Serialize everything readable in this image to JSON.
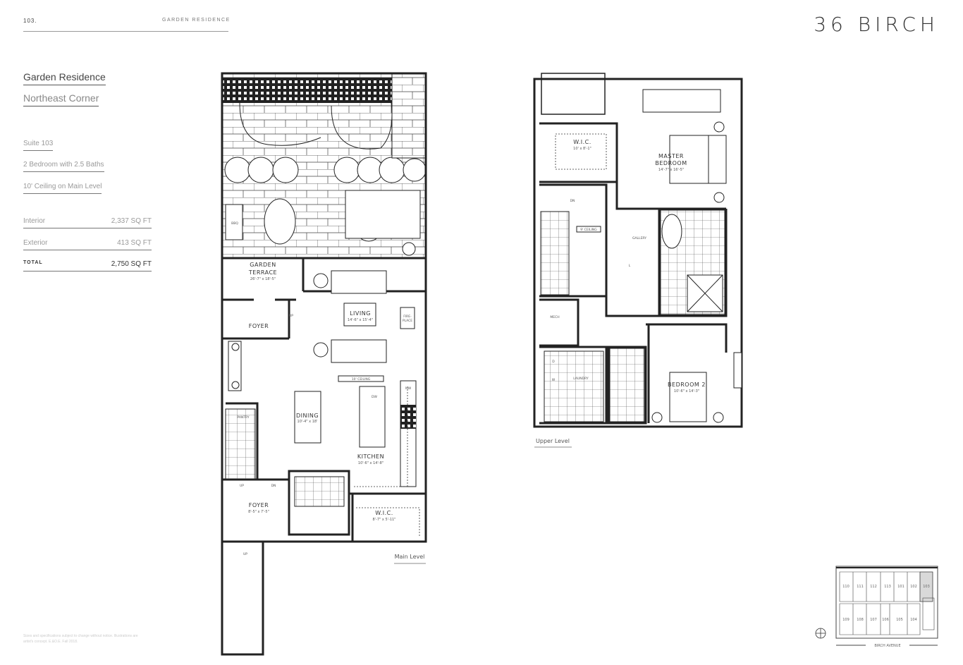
{
  "header": {
    "suite_number": "103.",
    "section": "GARDEN RESIDENCE",
    "brand": "36 BIRCH"
  },
  "title": {
    "name": "Garden Residence",
    "location": "Northeast Corner"
  },
  "specs": [
    "Suite 103",
    "2 Bedroom with 2.5 Baths",
    "10' Ceiling on Main Level"
  ],
  "areas": [
    {
      "label": "Interior",
      "value": "2,337 SQ FT"
    },
    {
      "label": "Exterior",
      "value": "413 SQ FT"
    },
    {
      "label": "TOTAL",
      "value": "2,750 SQ FT"
    }
  ],
  "disclaimer": "Sizes and specifications subject to change without notice. Illustrations are artist's concept. E.&O.E. Fall 2018.",
  "main_level": {
    "caption": "Main Level",
    "rooms": [
      {
        "name": "GARDEN",
        "name2": "TERRACE",
        "dims": "26'-7\" x 18'-5\""
      },
      {
        "name": "FOYER"
      },
      {
        "name": "LIVING",
        "dims": "14'-6\" x 15'-4\""
      },
      {
        "name": "DINING",
        "dims": "10'-4\" x 18'"
      },
      {
        "name": "KITCHEN",
        "dims": "10'-6\" x 14'-8\""
      },
      {
        "name": "FOYER",
        "dims": "8'-5\" x 7'-5\""
      },
      {
        "name": "W.I.C.",
        "dims": "8'-7\" x 5'-11\""
      }
    ],
    "small_labels": {
      "bbq": "BBQ",
      "fireplace1": "FIRE-",
      "fireplace2": "PLACE",
      "ceiling": "10' CEILING",
      "mw": "MW",
      "dw": "DW",
      "pantry": "PANTRY",
      "up": "UP",
      "dn": "DN"
    }
  },
  "upper_level": {
    "caption": "Upper Level",
    "rooms": [
      {
        "name": "W.I.C.",
        "dims": "10' x 8'-1\""
      },
      {
        "name": "MASTER",
        "name2": "BEDROOM",
        "dims": "14'-7\" x 16'-5\""
      },
      {
        "name": "GALLERY"
      },
      {
        "name": "MECH"
      },
      {
        "name": "LAUNDRY"
      },
      {
        "name": "BEDROOM 2",
        "dims": "10'-6\" x 14'-3\""
      }
    ],
    "small_labels": {
      "dn": "DN",
      "ceiling": "9' CEILING",
      "d": "D",
      "w": "W",
      "l": "L"
    }
  },
  "key_plan": {
    "top_units": [
      "110",
      "111",
      "112",
      "113",
      "101",
      "102",
      "103"
    ],
    "bottom_units": [
      "109",
      "108",
      "107",
      "106",
      "105",
      "104"
    ],
    "highlighted": "103",
    "highlight_color": "#d9d9d9",
    "street": "BIRCH AVENUE"
  }
}
